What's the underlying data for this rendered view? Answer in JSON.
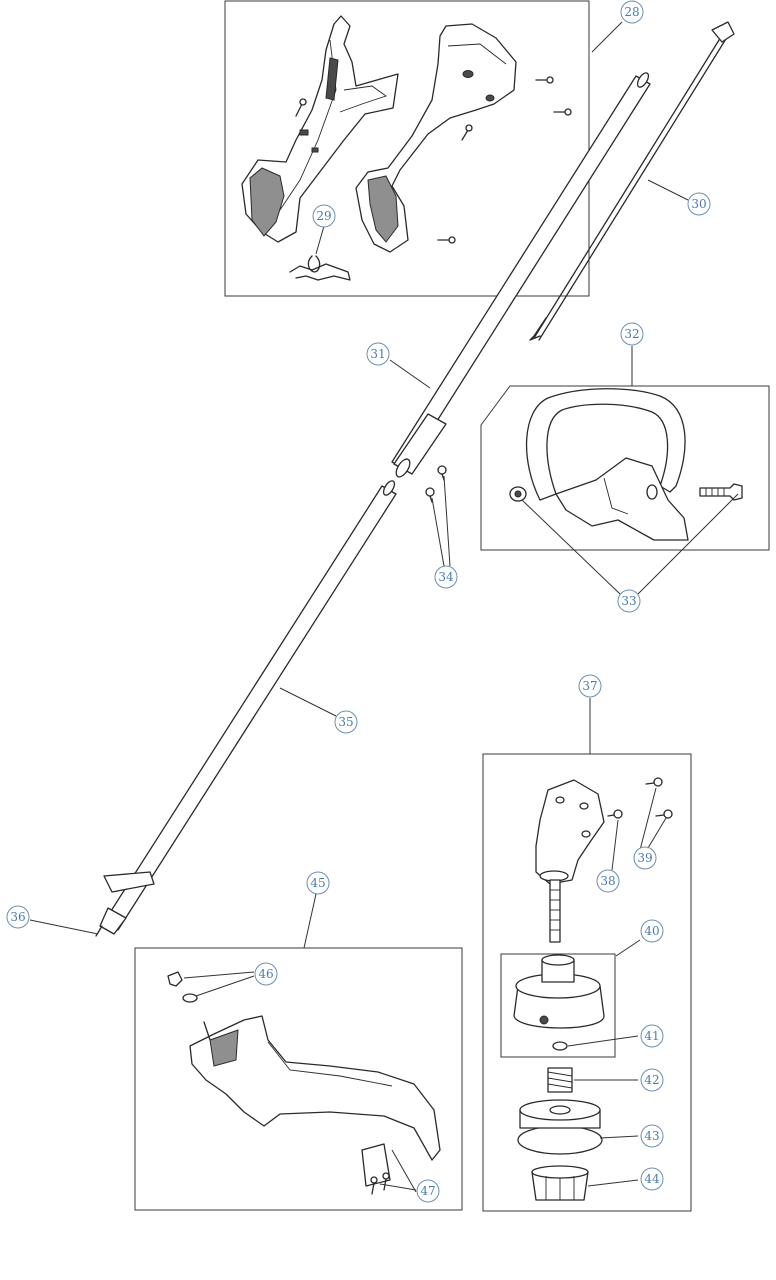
{
  "callouts": [
    {
      "id": "c28",
      "label": "28"
    },
    {
      "id": "c29",
      "label": "29"
    },
    {
      "id": "c30",
      "label": "30"
    },
    {
      "id": "c31",
      "label": "31"
    },
    {
      "id": "c32",
      "label": "32"
    },
    {
      "id": "c33",
      "label": "33"
    },
    {
      "id": "c34",
      "label": "34"
    },
    {
      "id": "c35",
      "label": "35"
    },
    {
      "id": "c36",
      "label": "36"
    },
    {
      "id": "c37",
      "label": "37"
    },
    {
      "id": "c38",
      "label": "38"
    },
    {
      "id": "c39",
      "label": "39"
    },
    {
      "id": "c40",
      "label": "40"
    },
    {
      "id": "c41",
      "label": "41"
    },
    {
      "id": "c42",
      "label": "42"
    },
    {
      "id": "c43",
      "label": "43"
    },
    {
      "id": "c44",
      "label": "44"
    },
    {
      "id": "c45",
      "label": "45"
    },
    {
      "id": "c46",
      "label": "46"
    },
    {
      "id": "c47",
      "label": "47"
    }
  ]
}
